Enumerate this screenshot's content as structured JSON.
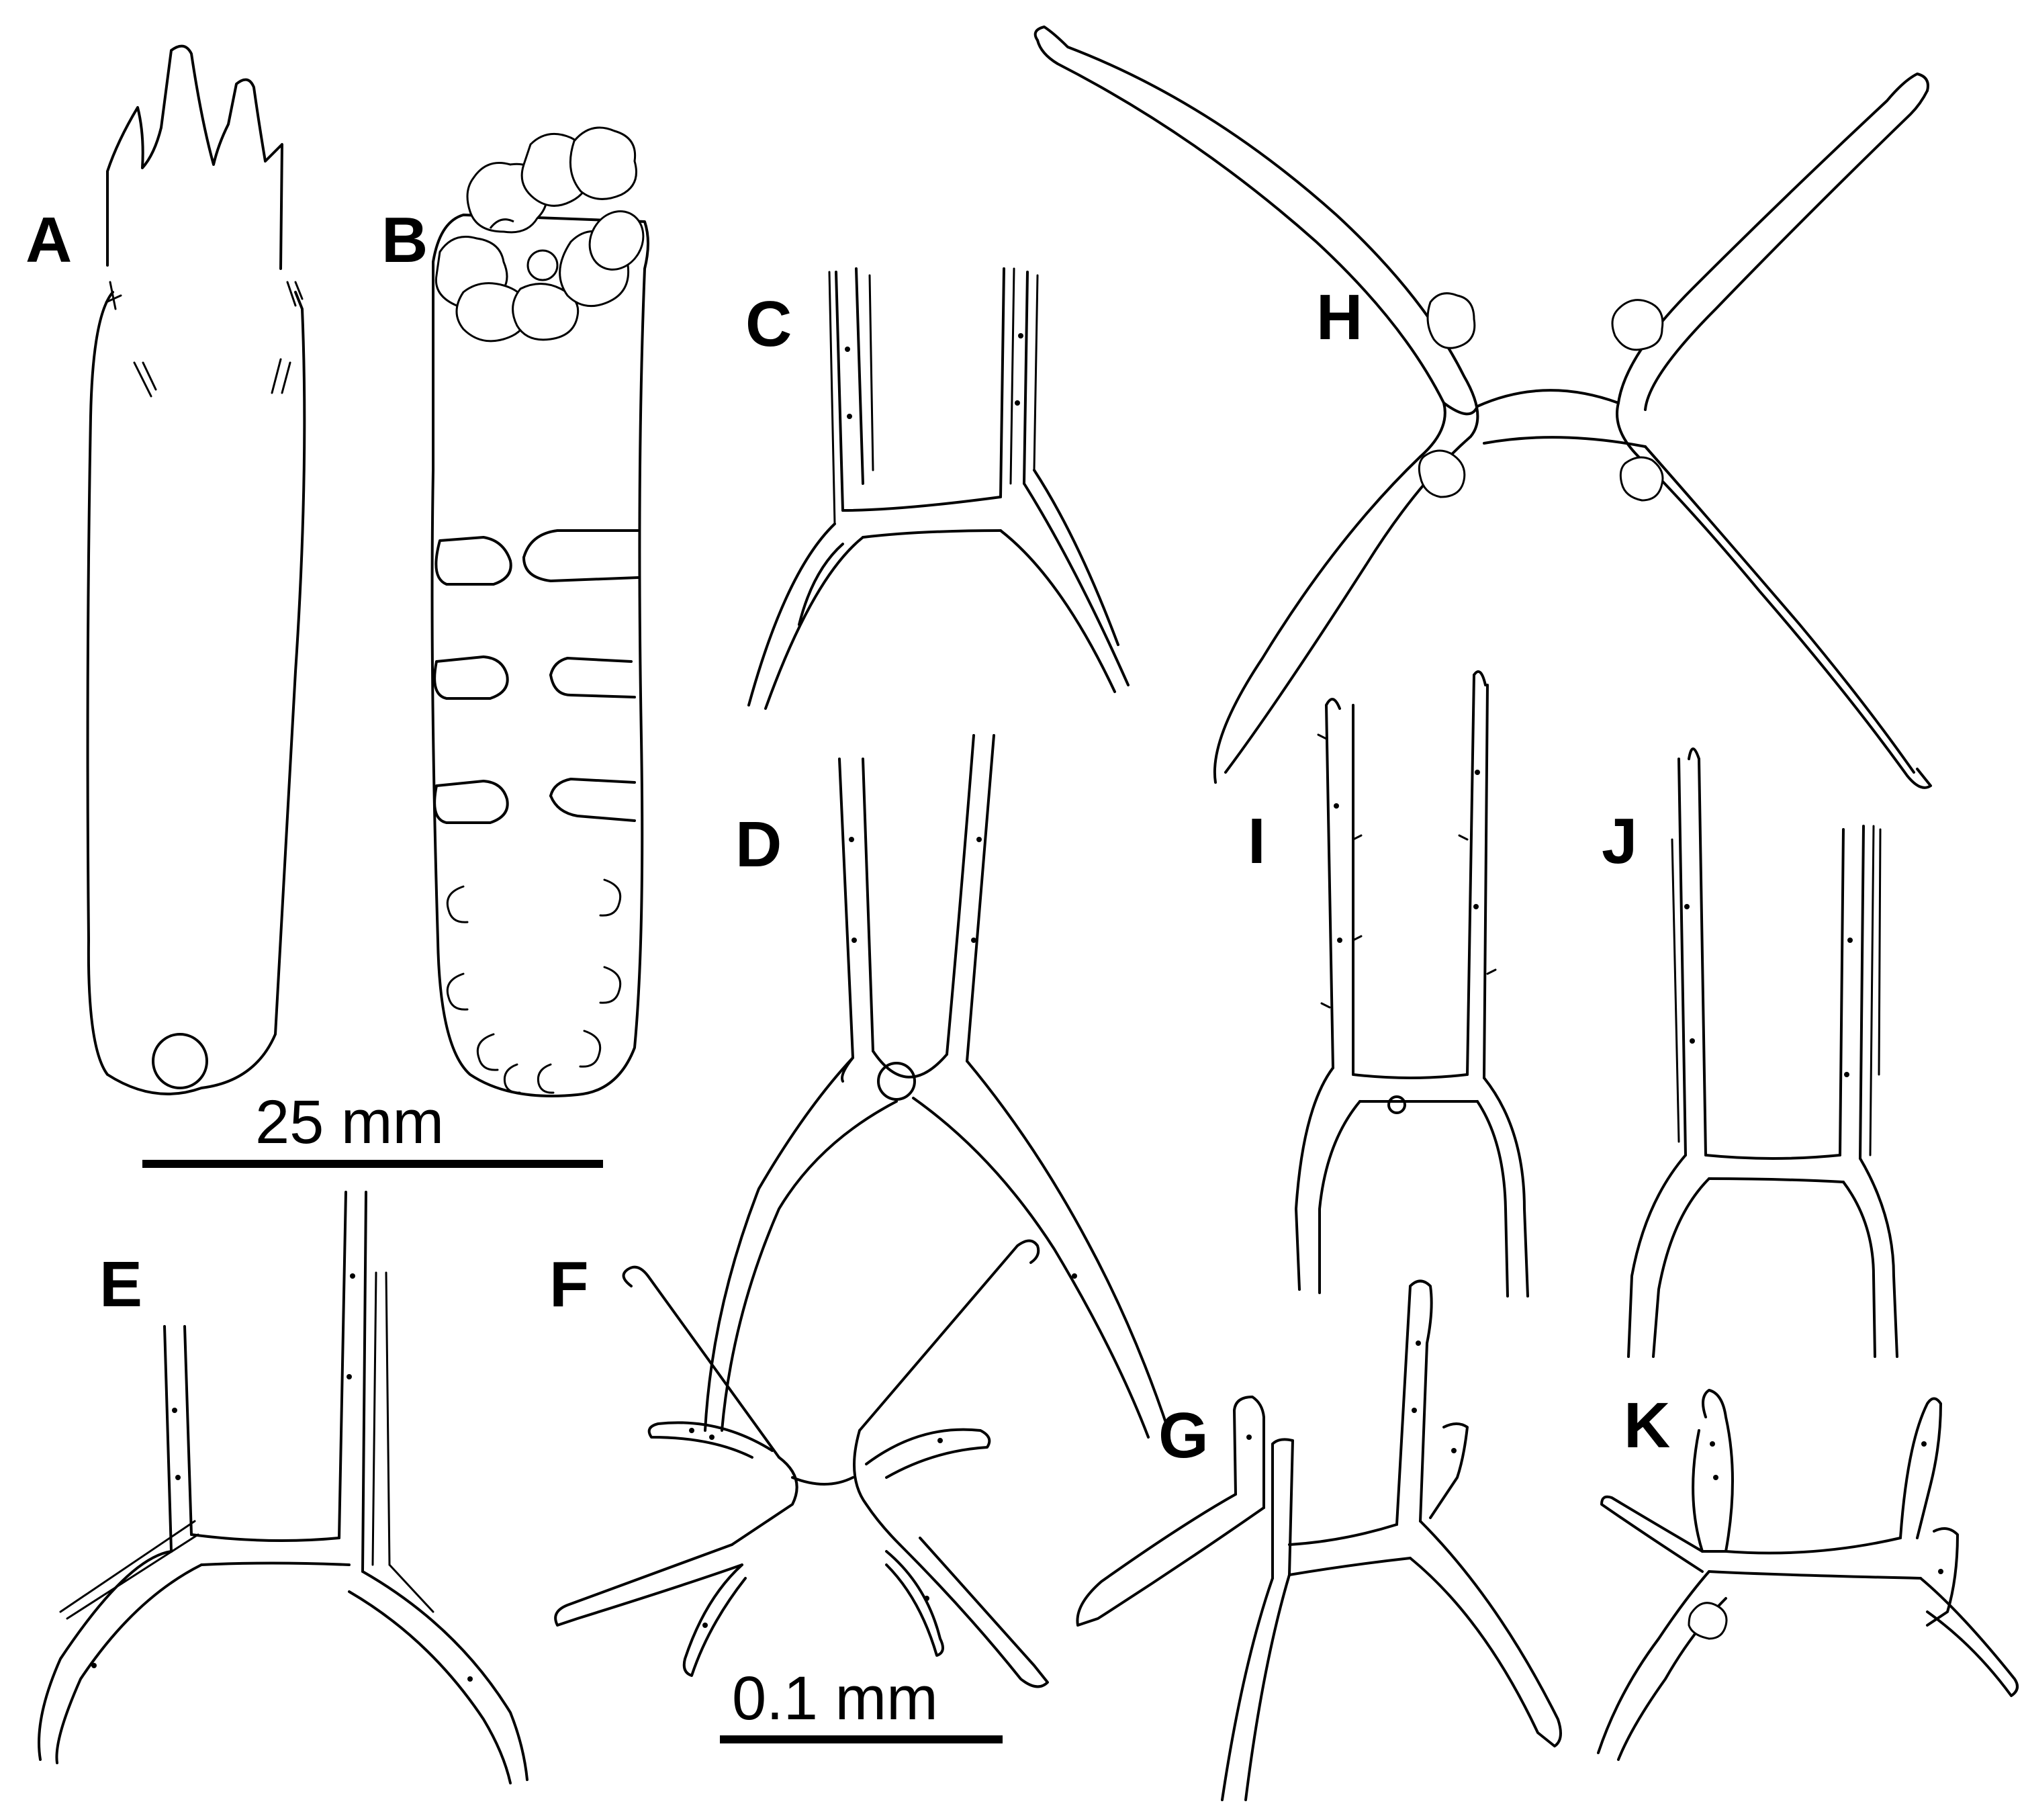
{
  "figure": {
    "panels": [
      "A",
      "B",
      "C",
      "D",
      "E",
      "F",
      "G",
      "H",
      "I",
      "J",
      "K"
    ],
    "scale_bars": {
      "large": "25 mm",
      "small": "0.1 mm"
    }
  }
}
